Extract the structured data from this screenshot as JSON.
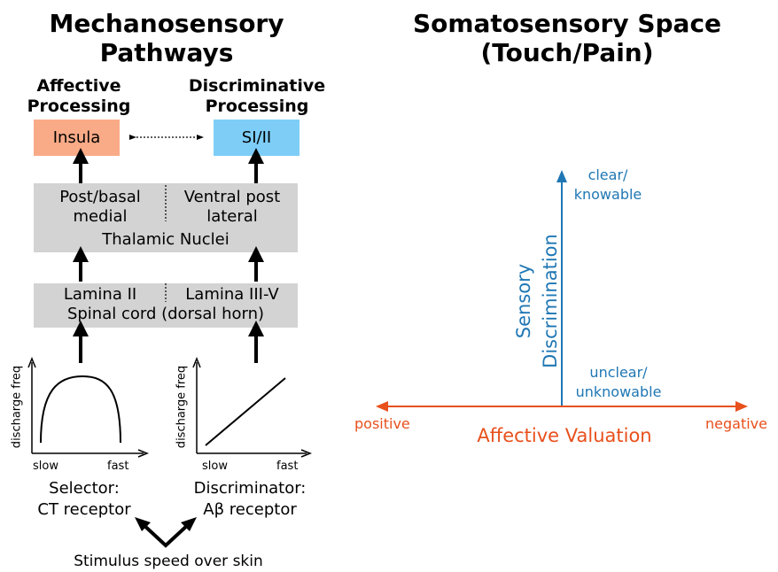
{
  "left": {
    "title": [
      "Mechanosensory",
      "Pathways"
    ],
    "affective_heading": [
      "Affective",
      "Processing"
    ],
    "discriminative_heading": [
      "Discriminative",
      "Processing"
    ],
    "insula": "Insula",
    "si_ii": "SI/II",
    "thalamus": {
      "left": [
        "Post/basal",
        "medial"
      ],
      "right": [
        "Ventral post",
        "lateral"
      ],
      "label": "Thalamic Nuclei"
    },
    "spinal": {
      "left": "Lamina II",
      "right": "Lamina III-V",
      "label": "Spinal cord (dorsal horn)"
    },
    "plot_left": {
      "ylabel": "discharge freq",
      "xmin": "slow",
      "xmax": "fast",
      "name": [
        "Selector:",
        "CT receptor"
      ]
    },
    "plot_right": {
      "ylabel": "discharge freq",
      "xmin": "slow",
      "xmax": "fast",
      "name": [
        "Discriminator:",
        "Aβ receptor"
      ]
    },
    "stimulus": "Stimulus speed over skin"
  },
  "right": {
    "title": [
      "Somatosensory Space",
      "(Touch/Pain)"
    ],
    "y_axis_label": [
      "Sensory",
      "Discrimination"
    ],
    "y_top": [
      "clear/",
      "knowable"
    ],
    "y_bottom": [
      "unclear/",
      "unknowable"
    ],
    "x_axis_label": "Affective Valuation",
    "x_left": "positive",
    "x_right": "negative"
  },
  "colors": {
    "insula_fill": "#f9aa87",
    "si_fill": "#7dcdf7",
    "gray_box": "#d3d3d3",
    "blue": "#1f77b4",
    "orange": "#e8501c"
  },
  "icons": [
    "arrow-up-icon",
    "double-arrow-icon",
    "v-arrow-icon"
  ]
}
